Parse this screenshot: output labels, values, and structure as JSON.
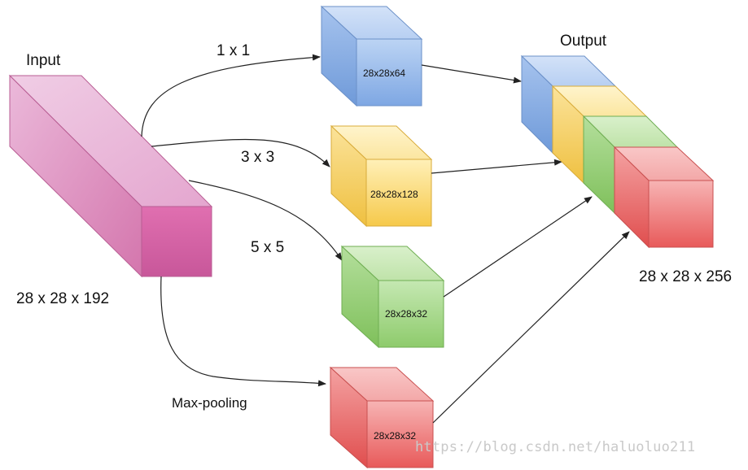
{
  "labels": {
    "input": "Input",
    "output": "Output",
    "input_dims": "28 x 28 x 192",
    "output_dims": "28 x 28 x 256"
  },
  "branches": [
    {
      "id": "conv1x1",
      "label": "1 x 1",
      "output_dims": "28x28x64",
      "color": "#a9c6ef"
    },
    {
      "id": "conv3x3",
      "label": "3 x 3",
      "output_dims": "28x28x128",
      "color": "#fbe08f"
    },
    {
      "id": "conv5x5",
      "label": "5 x 5",
      "output_dims": "28x28x32",
      "color": "#a7d98a"
    },
    {
      "id": "maxpool",
      "label": "Max-pooling",
      "output_dims": "28x28x32",
      "color": "#f08a8a"
    }
  ],
  "colors": {
    "input": "#d77fb4",
    "output_blue": "#a9c6ef",
    "output_yellow": "#fbe08f",
    "output_green": "#a7d98a",
    "output_red": "#f08a8a"
  },
  "watermark": "https://blog.csdn.net/haluoluo211"
}
